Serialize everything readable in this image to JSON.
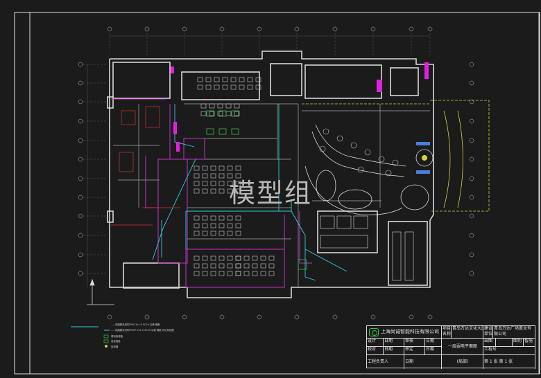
{
  "watermark": "模型组",
  "title_block": {
    "company": "上海尚诚智能科技有限公司",
    "project_label": "项目名称",
    "project_name": "青岛万达文化大厦",
    "client_label": "建设单位",
    "client_name": "青岛万达广场置业有限公司",
    "design_label": "设计",
    "check_label": "校对",
    "review_label": "审核",
    "approve_label": "审定",
    "date_label": "日期",
    "lead_label": "工程负责人",
    "drawing_title": "一层弱电平面图",
    "drawing_sub": "(局部)",
    "drawing_no_label": "出图",
    "drawing_cat_label": "图别",
    "drawing_cat_value": "智施",
    "project_no_label": "工程号",
    "sheet_text": "第 1 张   第 1 张"
  },
  "legend": {
    "lines": [
      "-----线路敷设说明 RVS 2x1.0 SC20 沿墙 暗敷",
      "-----线路敷设说明 RVVP 2x1.0 SC20 沿墙 暗敷 详见系统图",
      "弱电接线箱",
      "信息插座",
      "探测器"
    ]
  },
  "colors": {
    "background": "#1b1b1b",
    "walls": "#d9d9d9",
    "partition": "#c832c8",
    "cable": "#2fd0e0",
    "magenta_fill": "#e020e0",
    "yellow": "#d9d33a",
    "red": "#d83030",
    "green": "#38c24a",
    "blue": "#4a7fe0"
  }
}
